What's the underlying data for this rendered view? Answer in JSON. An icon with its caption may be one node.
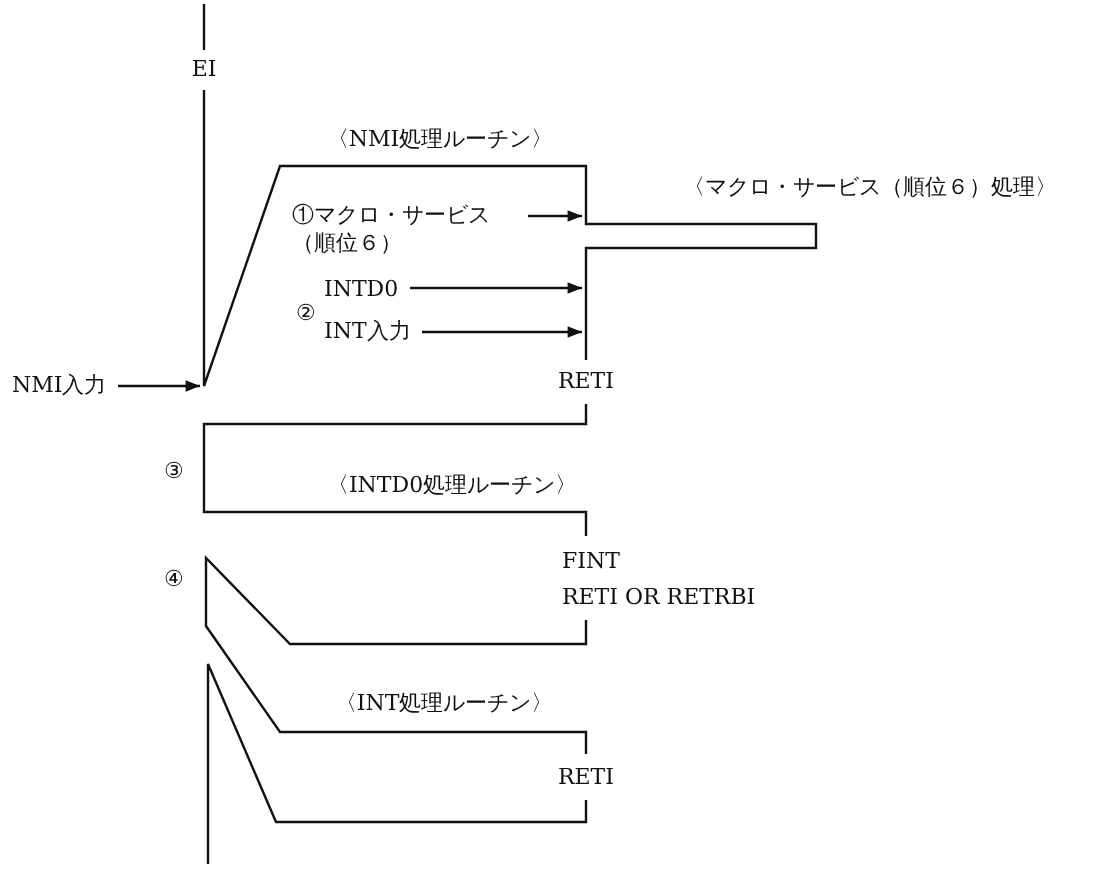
{
  "diagram": {
    "nodes": [
      {
        "text": [
          "NMI入力"
        ]
      },
      {
        "text": [
          "①マクロ・サービス（順位６）"
        ]
      },
      {
        "text": [
          "INTD0"
        ]
      },
      {
        "text": [
          "INT入力"
        ]
      }
    ],
    "edges": [
      {
        "from": 0,
        "to": null,
        "arrow": "to"
      },
      {
        "from": 1,
        "to": null,
        "arrow": "to"
      },
      {
        "from": 2,
        "to": null,
        "arrow": "to"
      },
      {
        "from": 3,
        "to": null,
        "arrow": "to"
      }
    ],
    "labels": [
      "EI",
      "〈NMI処理ルーチン〉",
      "〈マクロ・サービス（順位６）処理〉",
      "②",
      "RETI",
      "③",
      "〈INTD0処理ルーチン〉",
      "④",
      "FINT",
      "RETI OR RETRBI",
      "〈INT処理ルーチン〉",
      "RETI"
    ]
  }
}
